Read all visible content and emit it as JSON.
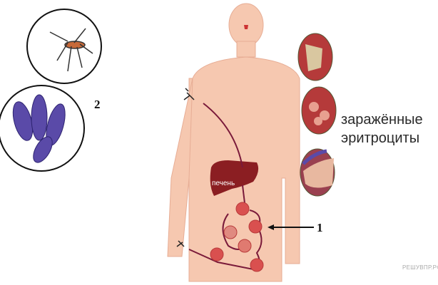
{
  "labels": {
    "one": "1",
    "two": "2"
  },
  "caption": {
    "line1": "заражённые",
    "line2": "эритроциты"
  },
  "liver_label": "печень",
  "watermark": "РЕШУВПР.РФ",
  "colors": {
    "skin": "#f6c8b0",
    "cell": "#d9504f",
    "liver": "#8b1e22",
    "arrow": "#7a1a3a",
    "parasite": "#5a4aa8"
  }
}
